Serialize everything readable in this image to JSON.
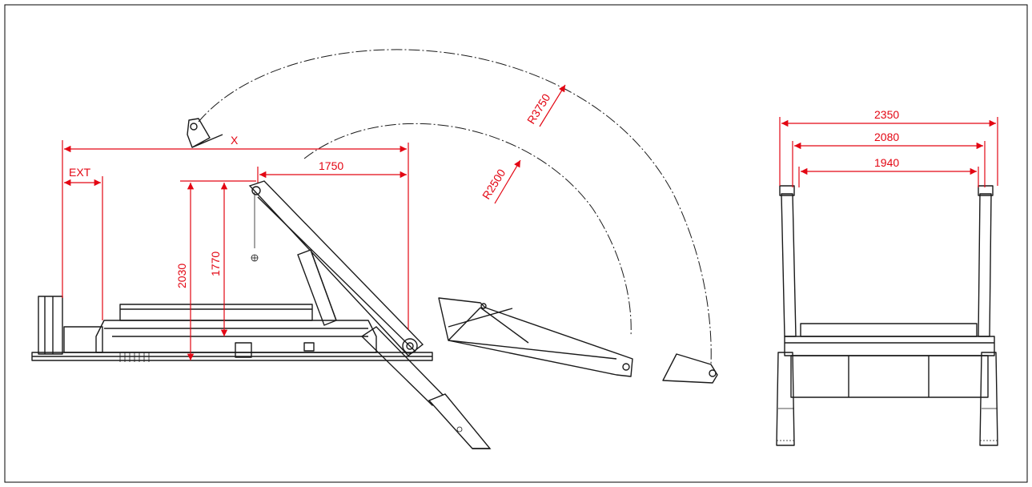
{
  "diagram": {
    "labels": {
      "x": "X",
      "ext": "EXT",
      "d1750": "1750",
      "d2030": "2030",
      "d1770": "1770",
      "r2500": "R2500",
      "r3750": "R3750",
      "d2350": "2350",
      "d2080": "2080",
      "d1940": "1940"
    },
    "colors": {
      "dimension": "#e30613",
      "linework": "#1a1a1a",
      "background": "#ffffff"
    }
  }
}
